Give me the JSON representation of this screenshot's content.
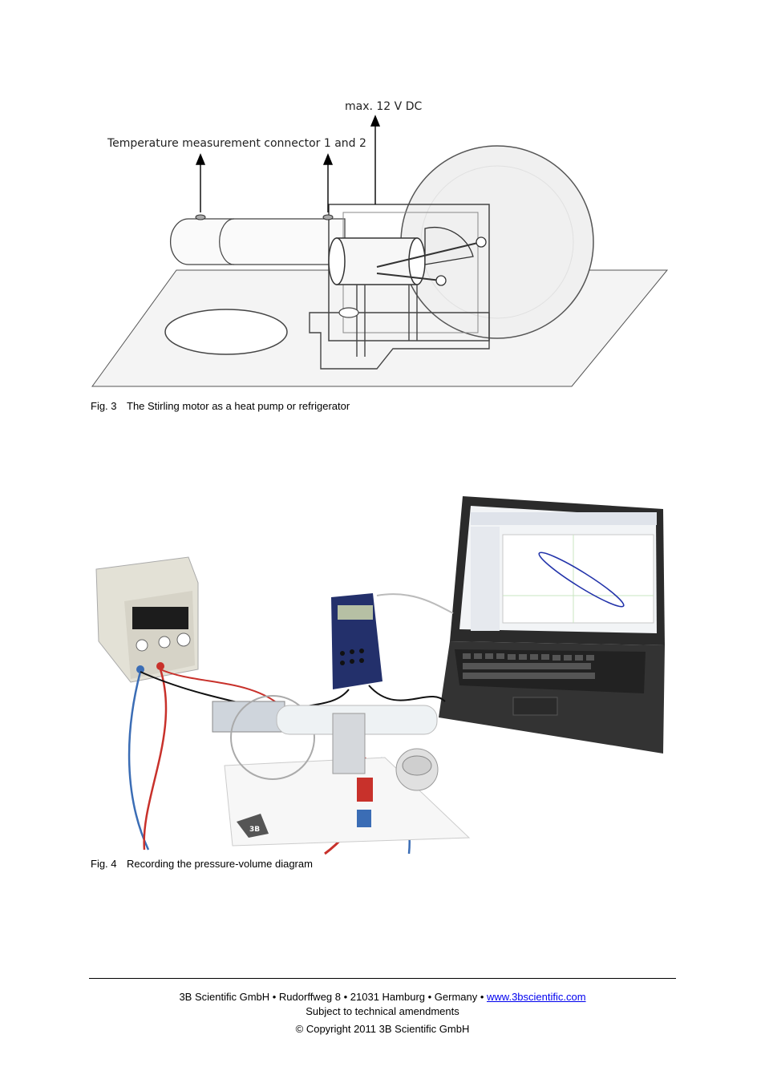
{
  "figures": [
    {
      "number": "Fig. 3",
      "caption": "The Stirling motor as a heat pump or refrigerator",
      "labels": {
        "voltage": "max. 12 V DC",
        "temperature": "Temperature measurement connector 1 and 2"
      }
    },
    {
      "number": "Fig. 4",
      "caption": "Recording the pressure-volume diagram",
      "logo_text": "3B"
    }
  ],
  "footer": {
    "address": "3B Scientific GmbH • Rudorffweg 8 • 21031 Hamburg • Germany • ",
    "link_text": "www.3bscientific.com",
    "line2": "Subject to technical amendments",
    "line3": "© Copyright 2011 3B Scientific GmbH"
  },
  "colors": {
    "cable_red": "#c8312b",
    "cable_blue": "#3b6db5",
    "pv_loop": "#2233aa",
    "link": "#0000ee"
  }
}
